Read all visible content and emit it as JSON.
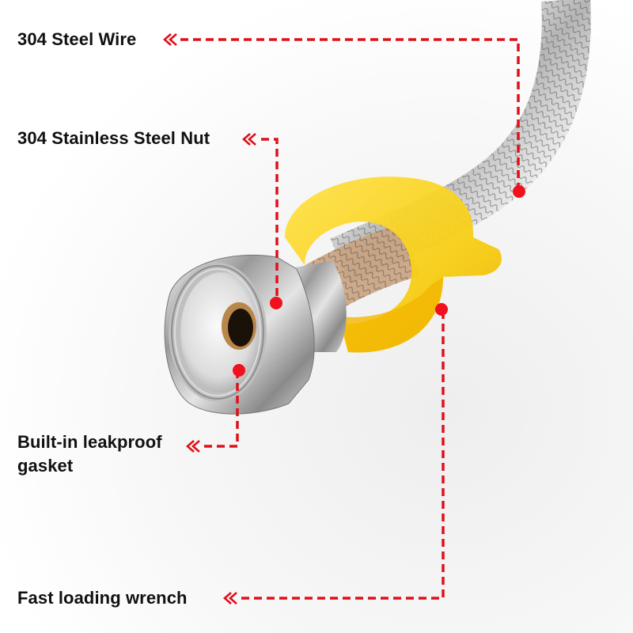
{
  "labels": {
    "steel_wire": "304 Steel Wire",
    "nut": "304 Stainless Steel Nut",
    "gasket_line1": "Built-in leakproof",
    "gasket_line2": "gasket",
    "wrench": "Fast loading wrench"
  },
  "colors": {
    "callout_red": "#e0101a",
    "wrench_yellow": "#f7d21e",
    "text": "#111111"
  }
}
